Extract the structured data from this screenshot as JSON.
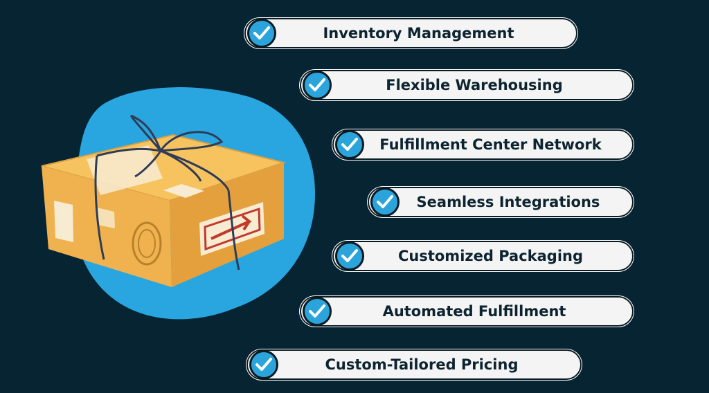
{
  "features": [
    {
      "label": "Inventory Management"
    },
    {
      "label": "Flexible Warehousing"
    },
    {
      "label": "Fulfillment Center Network"
    },
    {
      "label": "Seamless Integrations"
    },
    {
      "label": "Customized Packaging"
    },
    {
      "label": "Automated Fulfillment"
    },
    {
      "label": "Custom-Tailored Pricing"
    }
  ],
  "colors": {
    "background": "#072433",
    "blob": "#29a6df",
    "box_front": "#f0b24e",
    "box_top": "#f6c35f",
    "box_right": "#e4a03d",
    "twine": "#2f3c58",
    "check": "#2ba4dc",
    "pill": "#f4f4f4"
  }
}
